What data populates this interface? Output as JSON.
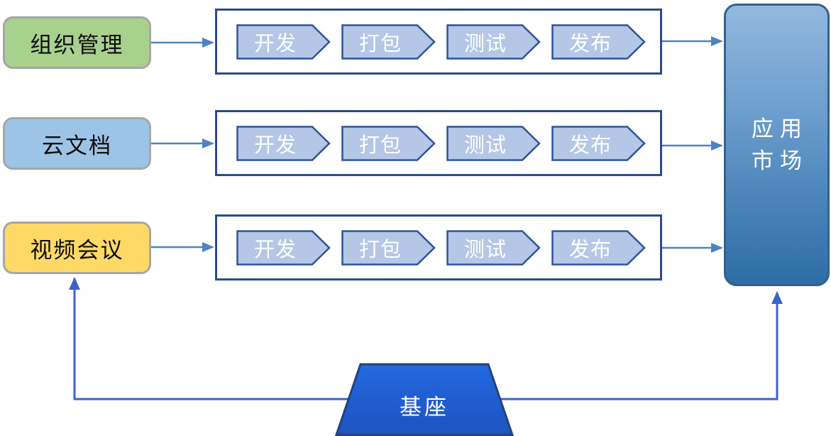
{
  "diagram_title": "app-pipeline-architecture",
  "palette": {
    "source_green_fill": "#a9d18e",
    "source_blue_fill": "#9dc3e6",
    "source_yellow_fill": "#ffd966",
    "source_border": "#a6a6a6",
    "pipeline_border": "#2d4b8c",
    "stage_fill": "#b4c7e7",
    "stage_border": "#2e5496",
    "arrow_blue": "#4e82c5",
    "connector_royal_blue": "#3c63c9",
    "market_border": "#35618f",
    "market_gradient_top": "#93b8de",
    "market_gradient_bottom": "#2f6da6",
    "base_fill_top": "#2468e0",
    "base_fill_bottom": "#1c54c0",
    "base_border": "#26427c",
    "text_dark": "#0d0d0d",
    "text_light": "#ffffff"
  },
  "sources": [
    {
      "label": "组织管理"
    },
    {
      "label": "云文档"
    },
    {
      "label": "视频会议"
    }
  ],
  "pipelines": [
    {
      "stages": [
        {
          "label": "开发"
        },
        {
          "label": "打包"
        },
        {
          "label": "测试"
        },
        {
          "label": "发布"
        }
      ]
    },
    {
      "stages": [
        {
          "label": "开发"
        },
        {
          "label": "打包"
        },
        {
          "label": "测试"
        },
        {
          "label": "发布"
        }
      ]
    },
    {
      "stages": [
        {
          "label": "开发"
        },
        {
          "label": "打包"
        },
        {
          "label": "测试"
        },
        {
          "label": "发布"
        }
      ]
    }
  ],
  "market": {
    "line1": "应用",
    "line2": "市场"
  },
  "base": {
    "label": "基座"
  }
}
